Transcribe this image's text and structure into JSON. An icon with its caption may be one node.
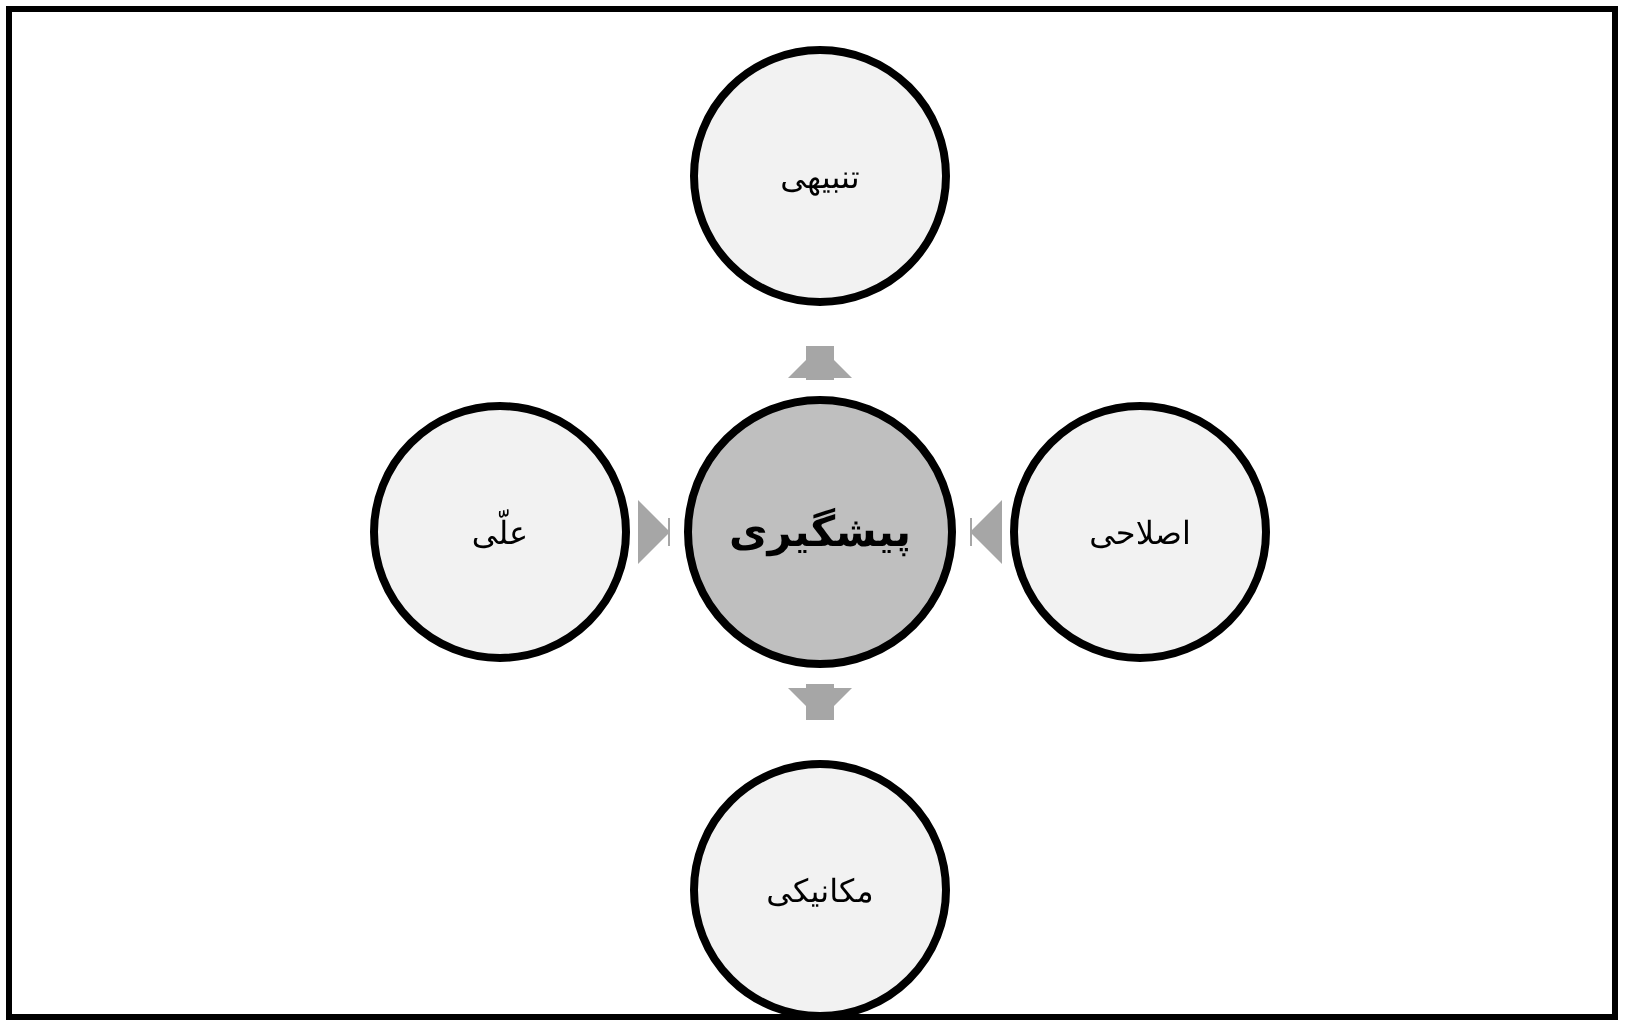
{
  "diagram": {
    "nodes": [
      {
        "text": [
          "تنبیهی"
        ]
      },
      {
        "text": [
          "علّی"
        ]
      },
      {
        "text": [
          "پیشگیری"
        ]
      },
      {
        "text": [
          "اصلاحی"
        ]
      },
      {
        "text": [
          "مکانیکی"
        ]
      }
    ],
    "edges": [
      {
        "from": 2,
        "to": 0,
        "arrow": "to"
      },
      {
        "from": 2,
        "to": 1,
        "arrow": "to"
      },
      {
        "from": 2,
        "to": 3,
        "arrow": "to"
      },
      {
        "from": 2,
        "to": 4,
        "arrow": "to"
      }
    ]
  }
}
